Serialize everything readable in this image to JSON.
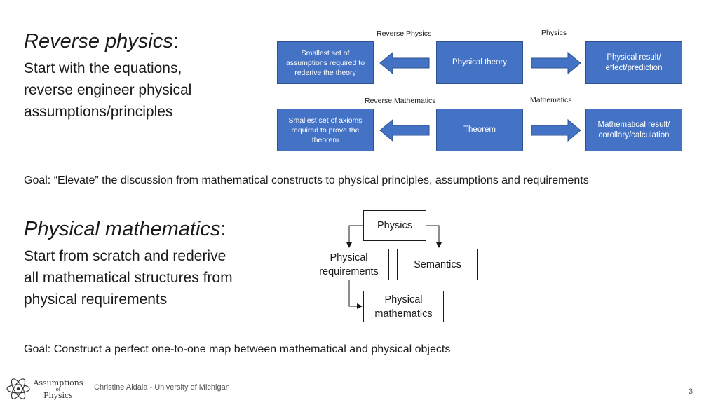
{
  "section1": {
    "heading": "Reverse physics",
    "heading_colon": ":",
    "lines": [
      "Start with the equations,",
      "reverse engineer physical",
      "assumptions/principles"
    ]
  },
  "top_diagram": {
    "labels": {
      "reverse_physics": "Reverse Physics",
      "physics": "Physics",
      "reverse_mathematics": "Reverse Mathematics",
      "mathematics": "Mathematics"
    },
    "row1": {
      "left": "Smallest set of assumptions required to rederive the theory",
      "center": "Physical theory",
      "right": "Physical result/ effect/prediction"
    },
    "row2": {
      "left": "Smallest set of axioms required to prove the theorem",
      "center": "Theorem",
      "right": "Mathematical result/ corollary/calculation"
    },
    "colors": {
      "box_fill": "#4472c4",
      "box_border": "#2f528f",
      "box_text": "#ffffff"
    }
  },
  "goal1": "Goal: “Elevate” the discussion from mathematical constructs to physical principles, assumptions and requirements",
  "section2": {
    "heading": "Physical mathematics",
    "heading_colon": ":",
    "lines": [
      "Start from scratch and rederive",
      "all mathematical structures from",
      "physical requirements"
    ]
  },
  "bottom_diagram": {
    "physics": "Physics",
    "requirements": [
      "Physical",
      "requirements"
    ],
    "semantics": "Semantics",
    "mathematics": [
      "Physical",
      "mathematics"
    ]
  },
  "goal2": "Goal: Construct a perfect one-to-one map between mathematical and physical objects",
  "footer": {
    "logo_line1": "Assumptions",
    "logo_line2": "of",
    "logo_line3": "Physics",
    "author": "Christine Aidala - University of Michigan",
    "page_number": "3"
  }
}
